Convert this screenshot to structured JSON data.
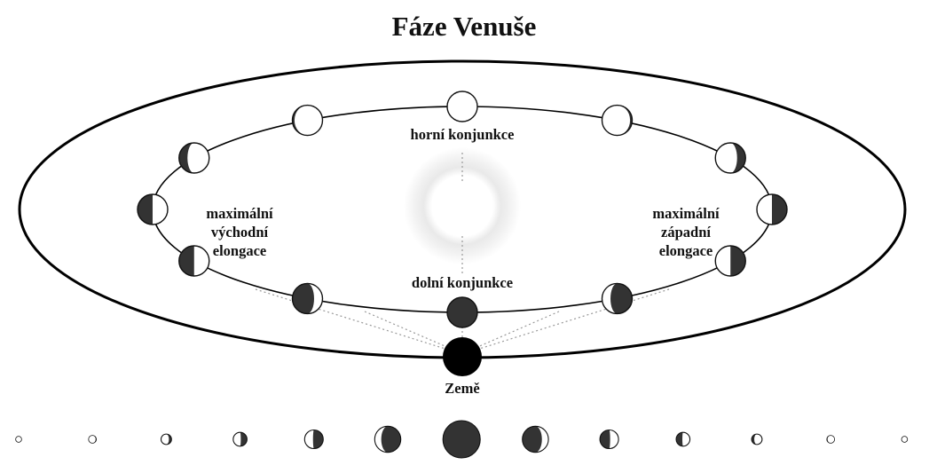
{
  "title": "Fáze Venuše",
  "labels": {
    "upper_conjunction": "horní konjunkce",
    "lower_conjunction": "dolní konjunkce",
    "east_elongation": [
      "maximální",
      "východní",
      "elongace"
    ],
    "west_elongation": [
      "maximální",
      "západní",
      "elongace"
    ],
    "earth": "Země"
  },
  "colors": {
    "ink": "#111111",
    "venus_dark": "#333333",
    "earth": "#000000",
    "sun_glow": "#e6e6e6",
    "sight_line": "#999999"
  },
  "orbit_phases": [
    {
      "name": "venus-upper-conjunction",
      "illumination": 1.0,
      "lit_side": "right"
    },
    {
      "name": "venus-orbit-2",
      "illumination": 0.93,
      "lit_side": "left"
    },
    {
      "name": "venus-orbit-3",
      "illumination": 0.72,
      "lit_side": "left"
    },
    {
      "name": "venus-orbit-4",
      "illumination": 0.5,
      "lit_side": "left"
    },
    {
      "name": "venus-west-elongation",
      "illumination": 0.5,
      "lit_side": "left"
    },
    {
      "name": "venus-orbit-6",
      "illumination": 0.28,
      "lit_side": "left"
    },
    {
      "name": "venus-lower-conjunction",
      "illumination": 0.0,
      "lit_side": "left"
    },
    {
      "name": "venus-orbit-8",
      "illumination": 0.28,
      "lit_side": "right"
    },
    {
      "name": "venus-east-elongation",
      "illumination": 0.5,
      "lit_side": "right"
    },
    {
      "name": "venus-orbit-10",
      "illumination": 0.5,
      "lit_side": "right"
    },
    {
      "name": "venus-orbit-11",
      "illumination": 0.72,
      "lit_side": "right"
    },
    {
      "name": "venus-orbit-12",
      "illumination": 0.93,
      "lit_side": "right"
    }
  ],
  "apparent_phases": [
    {
      "name": "apparent-phase-1",
      "illumination": 1.0,
      "lit_side": "left",
      "relative_size": 0.16
    },
    {
      "name": "apparent-phase-2",
      "illumination": 0.9,
      "lit_side": "left",
      "relative_size": 0.21
    },
    {
      "name": "apparent-phase-3",
      "illumination": 0.75,
      "lit_side": "left",
      "relative_size": 0.28
    },
    {
      "name": "apparent-phase-4",
      "illumination": 0.55,
      "lit_side": "left",
      "relative_size": 0.37
    },
    {
      "name": "apparent-phase-5",
      "illumination": 0.45,
      "lit_side": "left",
      "relative_size": 0.5
    },
    {
      "name": "apparent-phase-6",
      "illumination": 0.25,
      "lit_side": "left",
      "relative_size": 0.7
    },
    {
      "name": "apparent-phase-7",
      "illumination": 0.0,
      "lit_side": "left",
      "relative_size": 1.0
    },
    {
      "name": "apparent-phase-8",
      "illumination": 0.25,
      "lit_side": "right",
      "relative_size": 0.7
    },
    {
      "name": "apparent-phase-9",
      "illumination": 0.45,
      "lit_side": "right",
      "relative_size": 0.5
    },
    {
      "name": "apparent-phase-10",
      "illumination": 0.55,
      "lit_side": "right",
      "relative_size": 0.37
    },
    {
      "name": "apparent-phase-11",
      "illumination": 0.75,
      "lit_side": "right",
      "relative_size": 0.28
    },
    {
      "name": "apparent-phase-12",
      "illumination": 0.9,
      "lit_side": "right",
      "relative_size": 0.21
    },
    {
      "name": "apparent-phase-13",
      "illumination": 1.0,
      "lit_side": "right",
      "relative_size": 0.16
    }
  ]
}
